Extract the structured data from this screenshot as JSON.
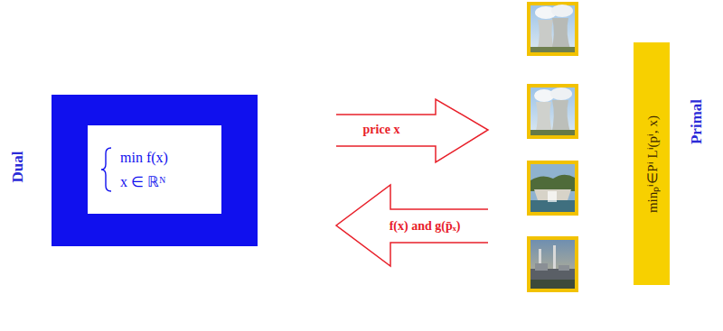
{
  "diagram": {
    "nodes": [
      {
        "text": [
          "min f(x)",
          "x ∈ ℝᴺ"
        ]
      },
      {
        "text": [
          "minₚⁱ∈Pⁱ Lⁱ(pⁱ, x)"
        ]
      }
    ],
    "labels": [
      "Dual",
      "price x",
      "f(x) and g(p̄ₓ)",
      "Primal"
    ]
  }
}
